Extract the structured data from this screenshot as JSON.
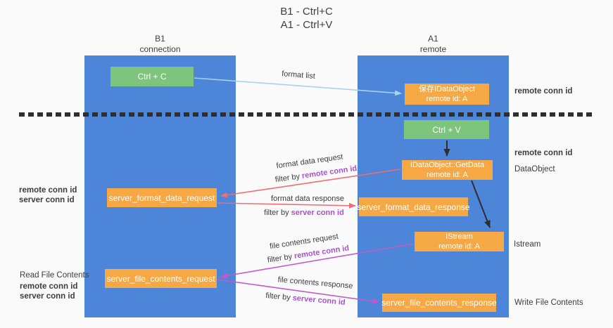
{
  "title": {
    "line1": "B1 - Ctrl+C",
    "line2": "A1 - Ctrl+V"
  },
  "lifelines": {
    "left": {
      "title": "B1",
      "subtitle": "connection"
    },
    "right": {
      "title": "A1",
      "subtitle": "remote"
    }
  },
  "nodes": {
    "ctrl_c": {
      "label": "Ctrl + C"
    },
    "ctrl_v": {
      "label": "Ctrl + V"
    },
    "save_dataobject": {
      "line1": "保存IDataObject",
      "line2": "remote id: A"
    },
    "getdata": {
      "line1": "IDataObject::GetData",
      "line2": "remote id: A"
    },
    "istream": {
      "line1": "IStream",
      "line2": "remote id: A"
    },
    "format_request": {
      "label": "server_format_data_request"
    },
    "format_response": {
      "label": "server_format_data_response"
    },
    "file_request": {
      "label": "server_file_contents_request"
    },
    "file_response": {
      "label": "server_file_contents_response"
    }
  },
  "arrow_labels": {
    "format_list": "format list",
    "format_data_request": "format data request",
    "format_data_response": "format data response",
    "file_contents_request": "file contents request",
    "file_contents_response": "file contents response",
    "filter_prefix": "filter by",
    "remote_conn_id": "remote conn id",
    "server_conn_id": "server conn id"
  },
  "side_labels": {
    "remote_conn_id": "remote conn id",
    "server_conn_id": "server conn id",
    "dataobject": "DataObject",
    "istream": "Istream",
    "read_file_contents": "Read File Contents",
    "write_file_contents": "Write File Contents"
  },
  "colors": {
    "lifeline_blue": "#4d86d8",
    "node_green": "#7dc47d",
    "node_orange": "#f6a844",
    "arrow_lightblue": "#a8d2f0",
    "arrow_red": "#ed6e76",
    "arrow_magenta": "#c45ac8",
    "arrow_black": "#2e2e2e",
    "text_purple": "#a853c8",
    "text_green": "#67bb6b",
    "background": "#fafafa"
  }
}
